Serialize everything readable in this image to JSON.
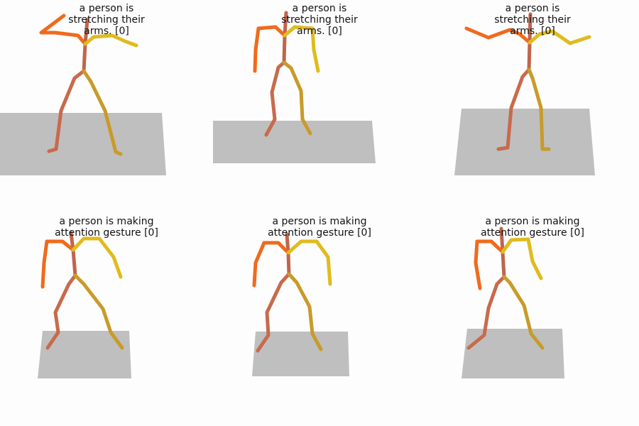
{
  "colors": {
    "background": "#fdfdfd",
    "floor": "#bfbfbf",
    "spine": "#c0654c",
    "left_leg": "#c86a4c",
    "right_leg": "#c89b2a",
    "left_arm": "#f06a1c",
    "right_arm": "#e0bb1e"
  },
  "panels": [
    {
      "caption": "a person is\nstretching their\narms. [0]"
    },
    {
      "caption": "a person is\nstretching their\narms. [0]"
    },
    {
      "caption": "a person is\nstretching their\narms. [0]"
    },
    {
      "caption": "a person is making\nattention gesture [0]"
    },
    {
      "caption": "a person is making\nattention gesture [0]"
    },
    {
      "caption": "a person is making\nattention gesture [0]"
    }
  ]
}
